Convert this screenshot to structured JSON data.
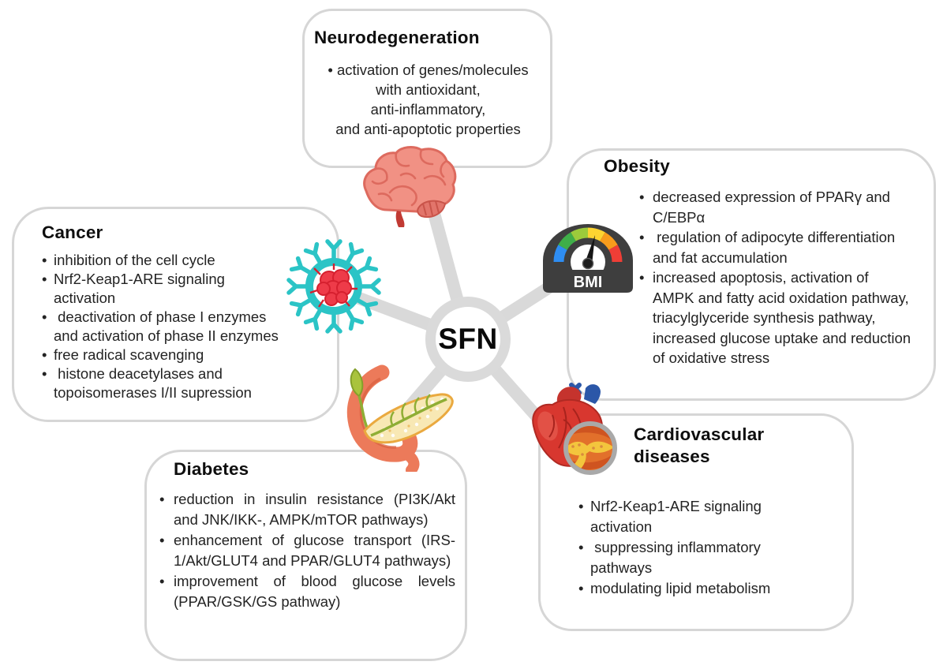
{
  "diagram": {
    "center_label": "SFN",
    "bmi_label": "BMI"
  },
  "boxes": {
    "neurodegeneration": {
      "title": "Neurodegeneration",
      "bullets": [
        "activation of genes/molecules\nwith antioxidant,\nanti-inflammatory,\nand anti-apoptotic properties"
      ]
    },
    "cancer": {
      "title": "Cancer",
      "bullets": [
        "inhibition of the cell cycle",
        "Nrf2-Keap1-ARE signaling\nactivation",
        " deactivation of phase I enzymes\nand activation of phase II enzymes",
        "free radical scavenging",
        " histone deacetylases and\ntopoisomerases I/II supression"
      ]
    },
    "obesity": {
      "title": "Obesity",
      "bullets": [
        "decreased expression of PPARγ and\nC/EBPα",
        " regulation of adipocyte differentiation\nand fat accumulation",
        "increased apoptosis, activation of\nAMPK and fatty acid oxidation pathway,\ntriacylglyceride synthesis pathway,\nincreased glucose uptake and reduction\nof oxidative stress"
      ]
    },
    "diabetes": {
      "title": "Diabetes",
      "bullets": [
        "reduction in insulin resistance (PI3K/Akt and JNK/IKK-, AMPK/mTOR pathways)",
        "enhancement of glucose transport (IRS-1/Akt/GLUT4 and PPAR/GLUT4 pathways)",
        "improvement of blood glucose levels (PPAR/GSK/GS pathway)"
      ]
    },
    "cardiovascular": {
      "title": "Cardiovascular diseases",
      "bullets": [
        "Nrf2-Keap1-ARE signaling\nactivation",
        " suppressing inflammatory\npathways",
        "modulating lipid metabolism"
      ]
    }
  },
  "icons": {
    "brain": "brain-icon",
    "bmi_gauge": "bmi-gauge-icon",
    "cancer_cell": "cancer-cell-icon",
    "pancreas": "pancreas-icon",
    "heart": "heart-magnifier-icon"
  },
  "colors": {
    "box_border": "#d6d6d6",
    "spoke": "#d9d9d9",
    "text": "#232323",
    "brain": "#f19184",
    "cell_teal": "#2bc4c6",
    "cell_red": "#ee3b49",
    "pancreas_body": "#f8e8b4",
    "duodenum": "#ec7a5a",
    "duct_green": "#8fae35",
    "heart_red": "#d8372f",
    "vessel_blue": "#2b57a8",
    "gauge_body": "#3e3e3e",
    "plaque_yellow": "#f3c53d"
  }
}
